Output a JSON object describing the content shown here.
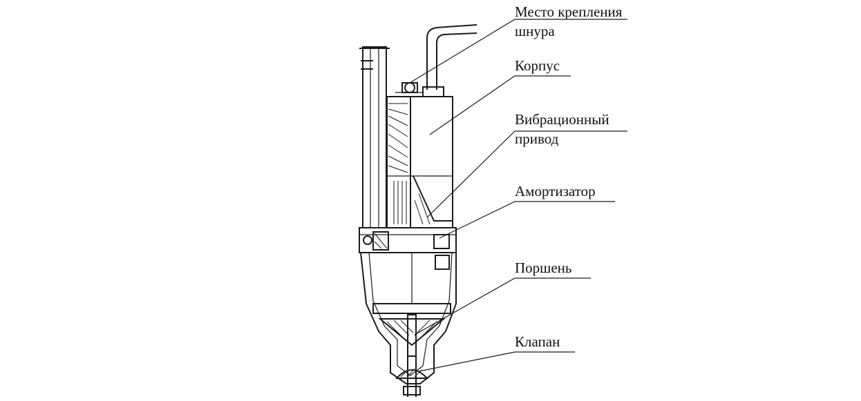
{
  "labels": {
    "mount_line1": "Место   крепления",
    "mount_line2": "шнура",
    "housing": "Корпус",
    "drive_line1": "Вибрационный",
    "drive_line2": "привод",
    "shock": "Амортизатор",
    "piston": "Поршень",
    "valve": "Клапан"
  }
}
